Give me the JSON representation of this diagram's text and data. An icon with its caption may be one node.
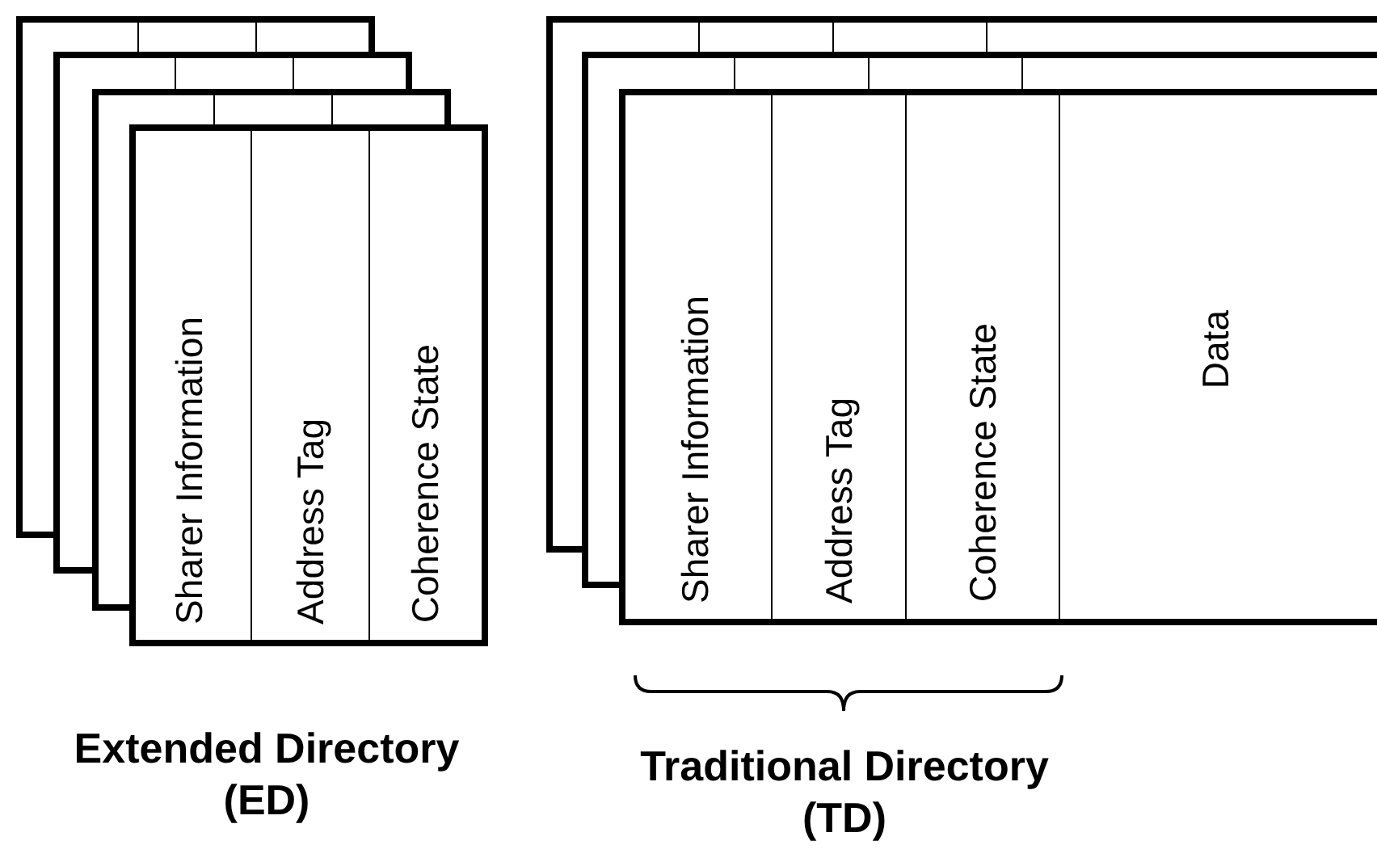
{
  "diagram": {
    "nodes": [
      {
        "text": [
          "Sharer Information"
        ]
      },
      {
        "text": [
          "Address Tag"
        ]
      },
      {
        "text": [
          "Coherence State"
        ]
      },
      {
        "text": [
          "Sharer Information"
        ]
      },
      {
        "text": [
          "Address Tag"
        ]
      },
      {
        "text": [
          "Coherence State"
        ]
      },
      {
        "text": [
          "Data"
        ]
      }
    ],
    "labels": [
      "Extended Directory (ED)",
      "Traditional Directory (TD)"
    ]
  }
}
